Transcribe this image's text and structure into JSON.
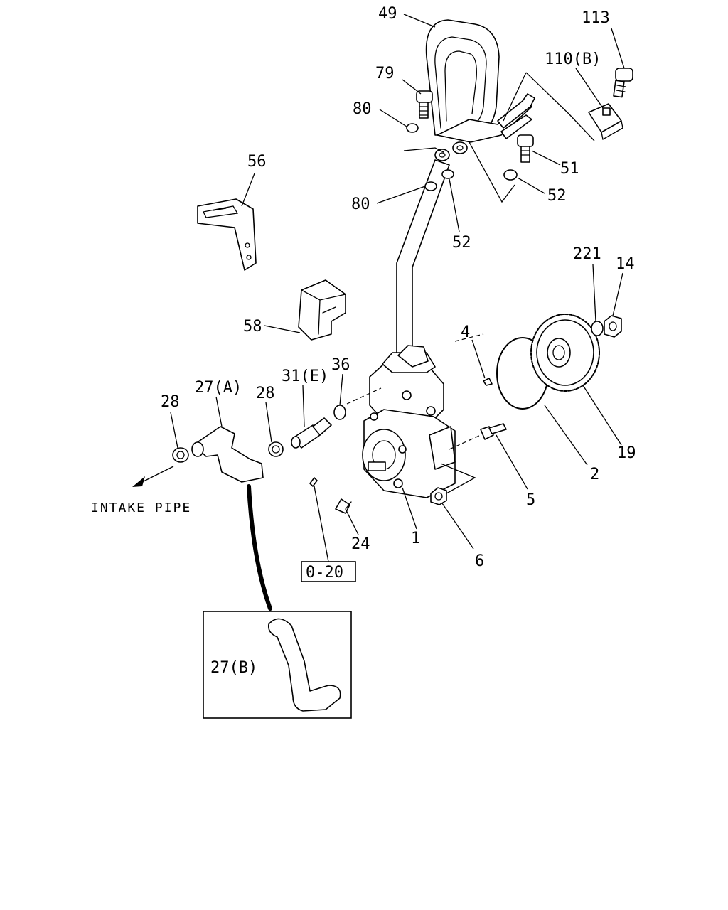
{
  "diagram": {
    "labels": {
      "p49": "49",
      "p113": "113",
      "p110b": "110(B)",
      "p79": "79",
      "p80a": "80",
      "p51": "51",
      "p56": "56",
      "p52a": "52",
      "p80b": "80",
      "p52b": "52",
      "p221": "221",
      "p14": "14",
      "p4": "4",
      "p58": "58",
      "p36": "36",
      "p31e": "31(E)",
      "p27a": "27(A)",
      "p28a": "28",
      "p28b": "28",
      "p5": "5",
      "p2": "2",
      "p19": "19",
      "p1": "1",
      "p24": "24",
      "p6": "6",
      "p27b": "27(B)",
      "ref": "0-20",
      "intake": "INTAKE PIPE"
    }
  }
}
